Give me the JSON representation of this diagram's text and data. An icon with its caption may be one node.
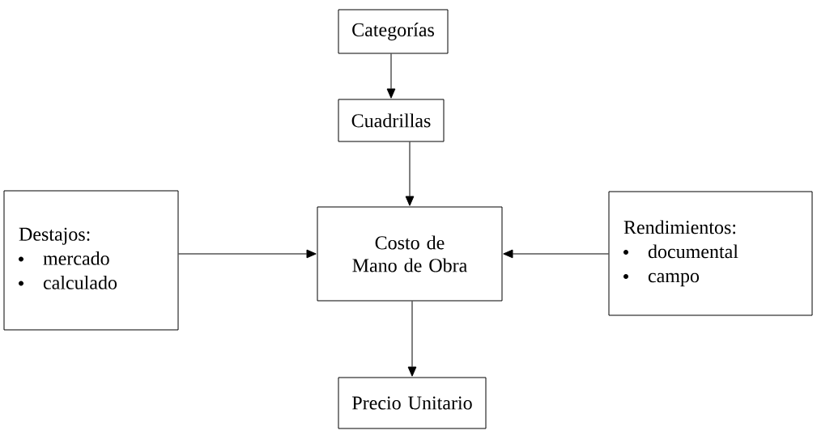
{
  "diagram": {
    "nodes": [
      {
        "text": [
          "Categorías"
        ]
      },
      {
        "text": [
          "Cuadrillas"
        ]
      },
      {
        "text": [
          "Destajos:",
          "mercado",
          "calculado"
        ]
      },
      {
        "text": [
          "Costo de Mano de Obra"
        ]
      },
      {
        "text": [
          "Rendimientos:",
          "documental",
          "campo"
        ]
      },
      {
        "text": [
          "Precio Unitario"
        ]
      }
    ],
    "edges": [
      {
        "from": 0,
        "to": 1,
        "arrow": "to"
      },
      {
        "from": 1,
        "to": 3,
        "arrow": "to"
      },
      {
        "from": 2,
        "to": 3,
        "arrow": "to"
      },
      {
        "from": 4,
        "to": 3,
        "arrow": "to"
      },
      {
        "from": 3,
        "to": 5,
        "arrow": "to"
      }
    ]
  }
}
